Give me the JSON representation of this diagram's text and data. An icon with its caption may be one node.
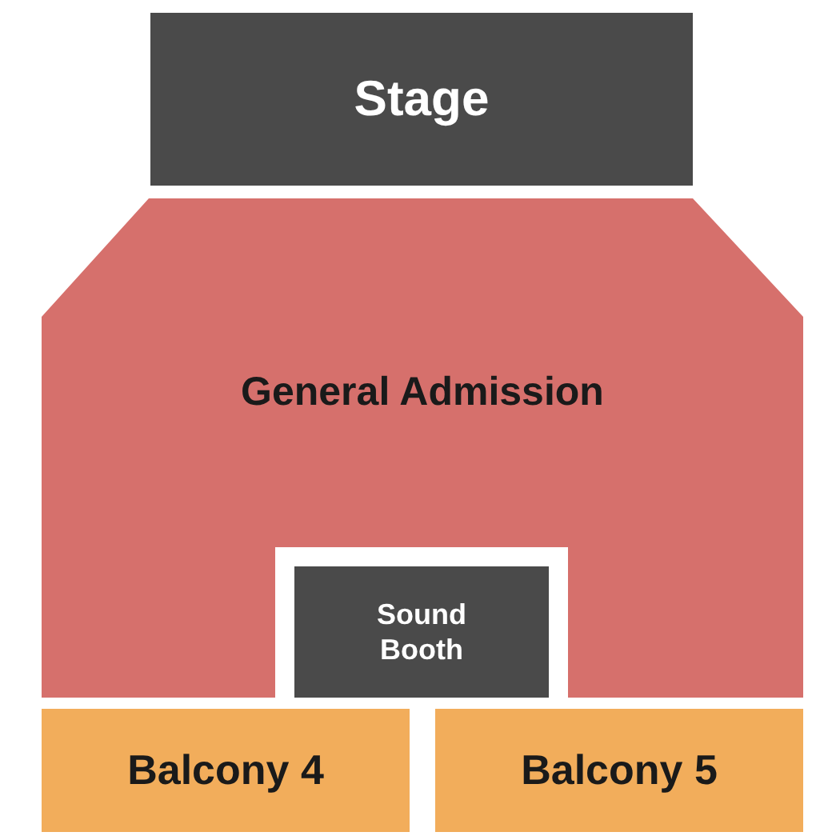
{
  "diagram": {
    "nodes": [
      {
        "text": [
          "Stage"
        ]
      },
      {
        "text": [
          "General Admission"
        ]
      },
      {
        "text": [
          "Sound Booth"
        ]
      },
      {
        "text": [
          "Balcony 4"
        ]
      },
      {
        "text": [
          "Balcony 5"
        ]
      }
    ]
  }
}
